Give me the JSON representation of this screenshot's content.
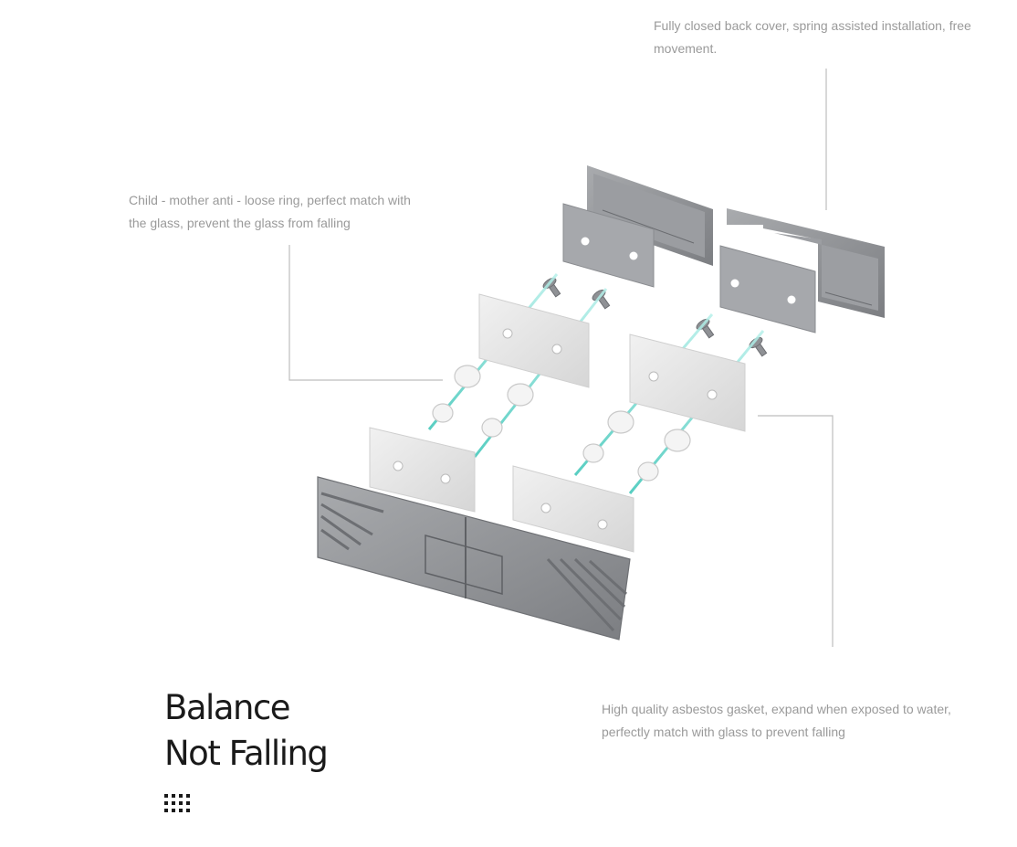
{
  "callouts": {
    "back_cover": "Fully closed back cover, spring assisted installation, free movement.",
    "anti_loose_ring": "Child - mother anti - loose ring, perfect match with the glass, prevent the glass from falling",
    "gasket": "High quality asbestos gasket, expand when exposed to water, perfectly match with glass to prevent falling"
  },
  "headline": {
    "line1": "Balance",
    "line2": "Not Falling"
  },
  "icons": {
    "decoration": "dot-grid-icon"
  },
  "colors": {
    "text_gray": "#9a9a9a",
    "heading": "#1a1a1a",
    "metal": "#8d8f93",
    "plate": "#e6e6e6",
    "guide": "#4fd1c5"
  }
}
